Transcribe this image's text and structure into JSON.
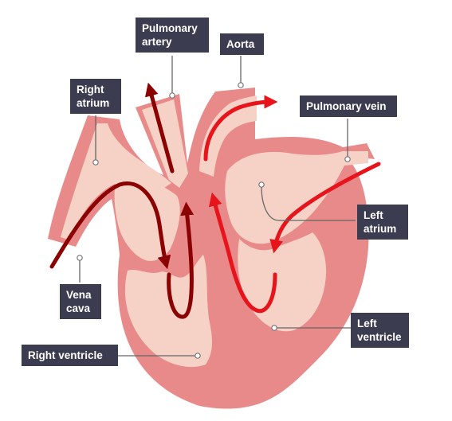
{
  "labels": {
    "pulmonary_artery": "Pulmonary\nartery",
    "aorta": "Aorta",
    "right_atrium": "Right\natrium",
    "pulmonary_vein": "Pulmonary vein",
    "left_atrium": "Left\natrium",
    "vena_cava": "Vena\ncava",
    "right_ventricle": "Right ventricle",
    "left_ventricle": "Left\nventricle"
  },
  "colors": {
    "heart_outer": "#e88a8a",
    "heart_inner": "#f6d2c6",
    "deoxygenated_arrow": "#8b0000",
    "oxygenated_arrow": "#e8141c",
    "label_bg": "#3c3c50",
    "leader_line": "#666666"
  }
}
